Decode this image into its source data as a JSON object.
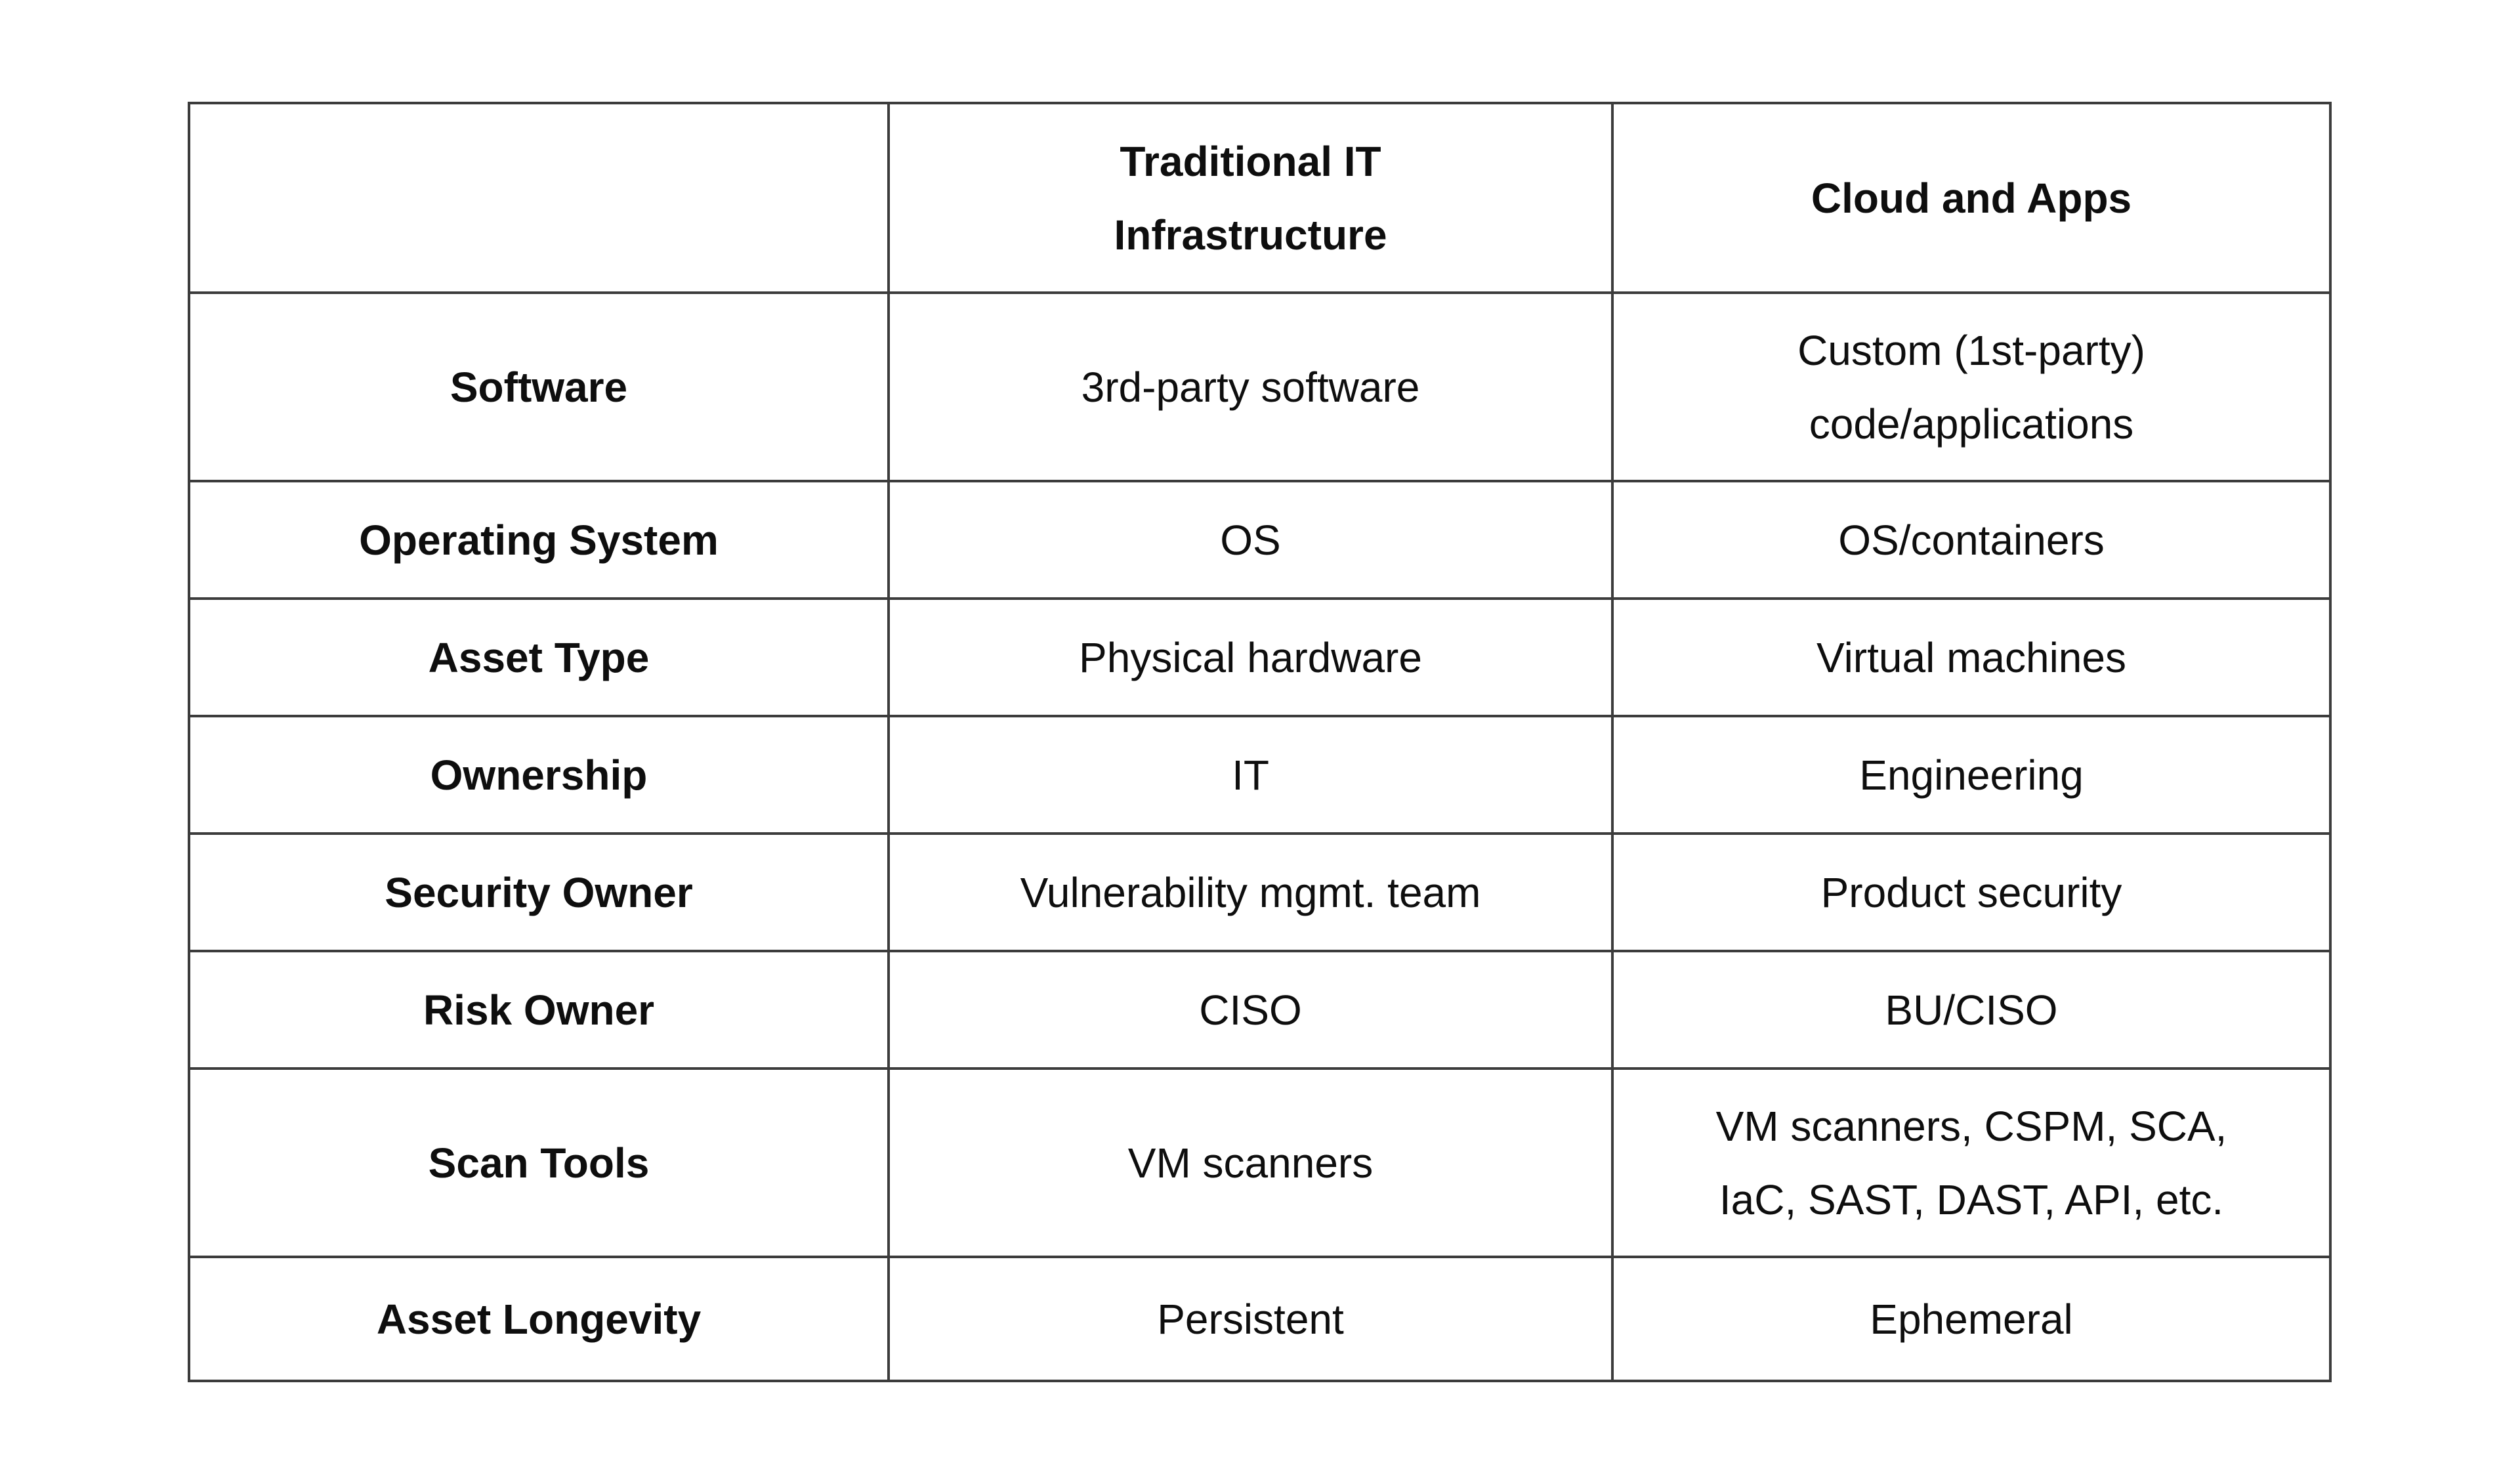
{
  "colors": {
    "border": "#3c3c3c",
    "text": "#0e0e0e",
    "background": "#ffffff"
  },
  "chart_data": {
    "type": "table",
    "title": "",
    "columns": [
      "",
      "Traditional IT\nInfrastructure",
      "Cloud and Apps"
    ],
    "rows": [
      [
        "Software",
        "3rd-party software",
        "Custom (1st-party)\ncode/applications"
      ],
      [
        "Operating System",
        "OS",
        "OS/containers"
      ],
      [
        "Asset Type",
        "Physical hardware",
        "Virtual machines"
      ],
      [
        "Ownership",
        "IT",
        "Engineering"
      ],
      [
        "Security Owner",
        "Vulnerability mgmt. team",
        "Product security"
      ],
      [
        "Risk Owner",
        "CISO",
        "BU/CISO"
      ],
      [
        "Scan Tools",
        "VM scanners",
        "VM scanners, CSPM, SCA,\nIaC, SAST, DAST, API, etc."
      ],
      [
        "Asset Longevity",
        "Persistent",
        "Ephemeral"
      ]
    ],
    "legend_position": "none",
    "grid": "full-borders"
  }
}
